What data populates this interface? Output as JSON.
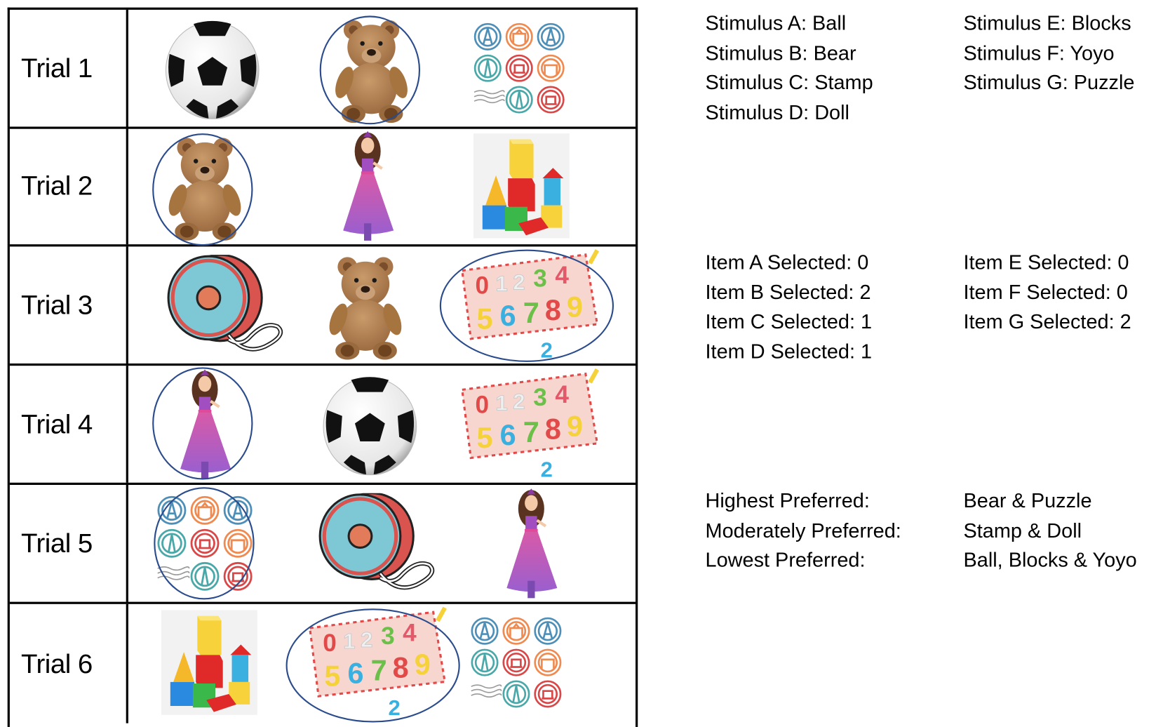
{
  "table": {
    "rows": [
      {
        "label": "Trial 1",
        "items": [
          "ball",
          "bear",
          "stamp"
        ],
        "selected": "bear"
      },
      {
        "label": "Trial 2",
        "items": [
          "bear",
          "doll",
          "blocks"
        ],
        "selected": "bear"
      },
      {
        "label": "Trial 3",
        "items": [
          "yoyo",
          "bear",
          "puzzle"
        ],
        "selected": "puzzle"
      },
      {
        "label": "Trial 4",
        "items": [
          "doll",
          "ball",
          "puzzle"
        ],
        "selected": "doll"
      },
      {
        "label": "Trial 5",
        "items": [
          "stamp",
          "yoyo",
          "doll"
        ],
        "selected": "stamp"
      },
      {
        "label": "Trial 6",
        "items": [
          "blocks",
          "puzzle",
          "stamp"
        ],
        "selected": "puzzle"
      }
    ]
  },
  "stimuli": {
    "col1": [
      "Stimulus A: Ball",
      "Stimulus B: Bear",
      "Stimulus C: Stamp",
      "Stimulus D: Doll"
    ],
    "col2": [
      "Stimulus E: Blocks",
      "Stimulus F: Yoyo",
      "Stimulus G: Puzzle"
    ]
  },
  "selections": {
    "col1": [
      "Item A Selected: 0",
      "Item B Selected: 2",
      "Item C Selected: 1",
      "Item D Selected: 1"
    ],
    "col2": [
      "Item E Selected: 0",
      "Item F Selected: 0",
      "Item G Selected: 2"
    ]
  },
  "preferences": {
    "labels": [
      "Highest Preferred:",
      "Moderately Preferred:",
      "Lowest Preferred:"
    ],
    "values": [
      "Bear & Puzzle",
      "Stamp & Doll",
      "Ball, Blocks & Yoyo"
    ]
  },
  "colors": {
    "selection_ring": "#2b4c8c",
    "grid": "#000000"
  }
}
